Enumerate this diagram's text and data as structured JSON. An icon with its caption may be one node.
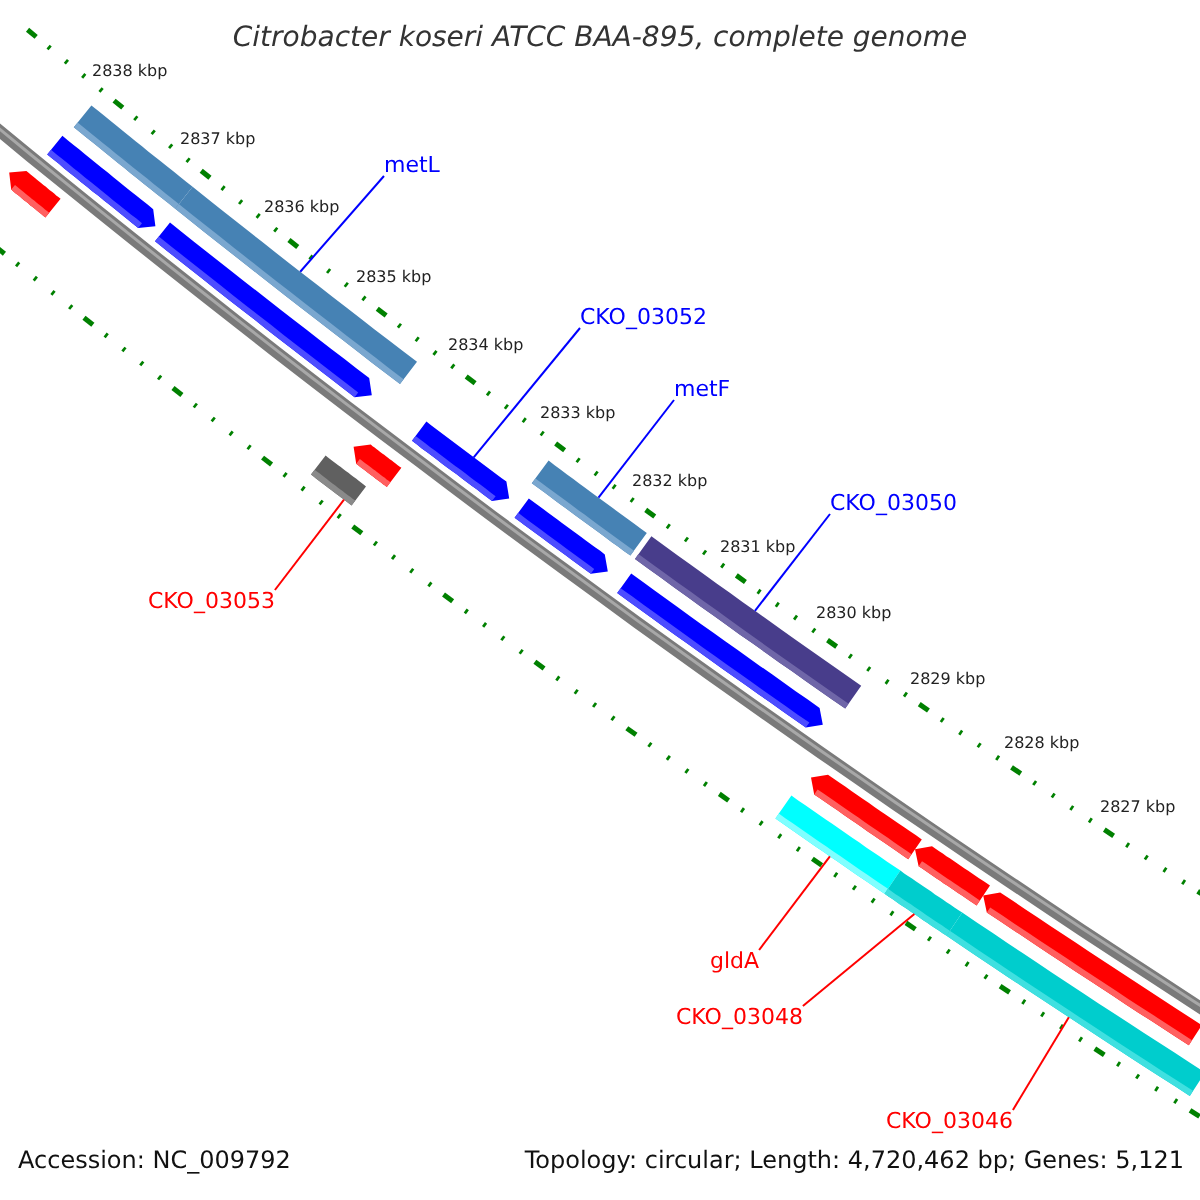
{
  "diagram": {
    "title": "Citrobacter koseri ATCC BAA-895, complete genome",
    "nodes": [
      {
        "text": [
          "metL"
        ]
      },
      {
        "text": [
          "CKO_03052"
        ]
      },
      {
        "text": [
          "metF"
        ]
      },
      {
        "text": [
          "CKO_03050"
        ]
      },
      {
        "text": [
          "CKO_03053"
        ]
      },
      {
        "text": [
          "gldA"
        ]
      },
      {
        "text": [
          "CKO_03048"
        ]
      },
      {
        "text": [
          "CKO_03046"
        ]
      },
      {
        "text": [],
        "shape": "arrow"
      },
      {
        "text": [],
        "shape": "arrow"
      },
      {
        "text": [],
        "shape": "bar"
      },
      {
        "text": [],
        "shape": "arrow"
      },
      {
        "text": [],
        "shape": "bar"
      },
      {
        "text": [],
        "shape": "bar"
      },
      {
        "text": [],
        "shape": "arrow"
      },
      {
        "text": [],
        "shape": "arrow"
      },
      {
        "text": [],
        "shape": "arrow"
      },
      {
        "text": [],
        "shape": "bar"
      },
      {
        "text": [],
        "shape": "arrow"
      },
      {
        "text": [],
        "shape": "bar"
      },
      {
        "text": [],
        "shape": "bar"
      },
      {
        "text": [],
        "shape": "arrow"
      },
      {
        "text": [],
        "shape": "bar"
      },
      {
        "text": [],
        "shape": "arrow"
      },
      {
        "text": [],
        "shape": "bar"
      },
      {
        "text": [],
        "shape": "arrow"
      }
    ],
    "edges": [
      {
        "from": 0,
        "to": 12,
        "arrow": "none"
      },
      {
        "from": 1,
        "to": 15,
        "arrow": "none"
      },
      {
        "from": 2,
        "to": 17,
        "arrow": "none"
      },
      {
        "from": 3,
        "to": 19,
        "arrow": "none"
      },
      {
        "from": 4,
        "to": 13,
        "arrow": "none",
        "color": "#ff0000"
      },
      {
        "from": 5,
        "to": 20,
        "arrow": "none",
        "color": "#ff0000"
      },
      {
        "from": 6,
        "to": 22,
        "arrow": "none",
        "color": "#ff0000"
      },
      {
        "from": 7,
        "to": 24,
        "arrow": "none",
        "color": "#ff0000"
      }
    ],
    "labels": [
      "2838 kbp",
      "2837 kbp",
      "2836 kbp",
      "2835 kbp",
      "2834 kbp",
      "2833 kbp",
      "2832 kbp",
      "2831 kbp",
      "2830 kbp",
      "2829 kbp",
      "2828 kbp",
      "2827 kbp",
      "Accession: NC_009792",
      "Topology: circular; Length: 4,720,462 bp; Genes: 5,121"
    ]
  }
}
